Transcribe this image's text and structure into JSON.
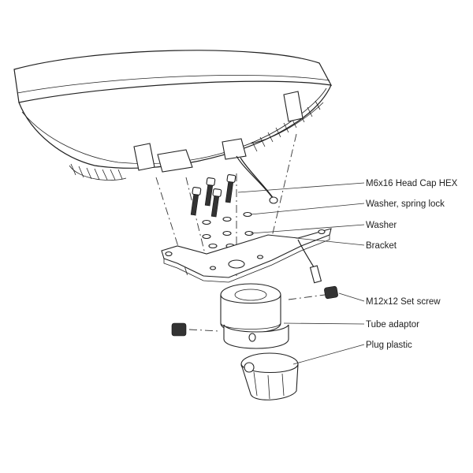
{
  "labels": {
    "head_cap": "M6x16 Head Cap HEX",
    "washer_spring": "Washer, spring lock",
    "washer": "Washer",
    "bracket": "Bracket",
    "set_screw": "M12x12 Set screw",
    "tube_adaptor": "Tube adaptor",
    "plug_plastic": "Plug plastic"
  },
  "colors": {
    "line": "#222222",
    "background": "#ffffff"
  }
}
